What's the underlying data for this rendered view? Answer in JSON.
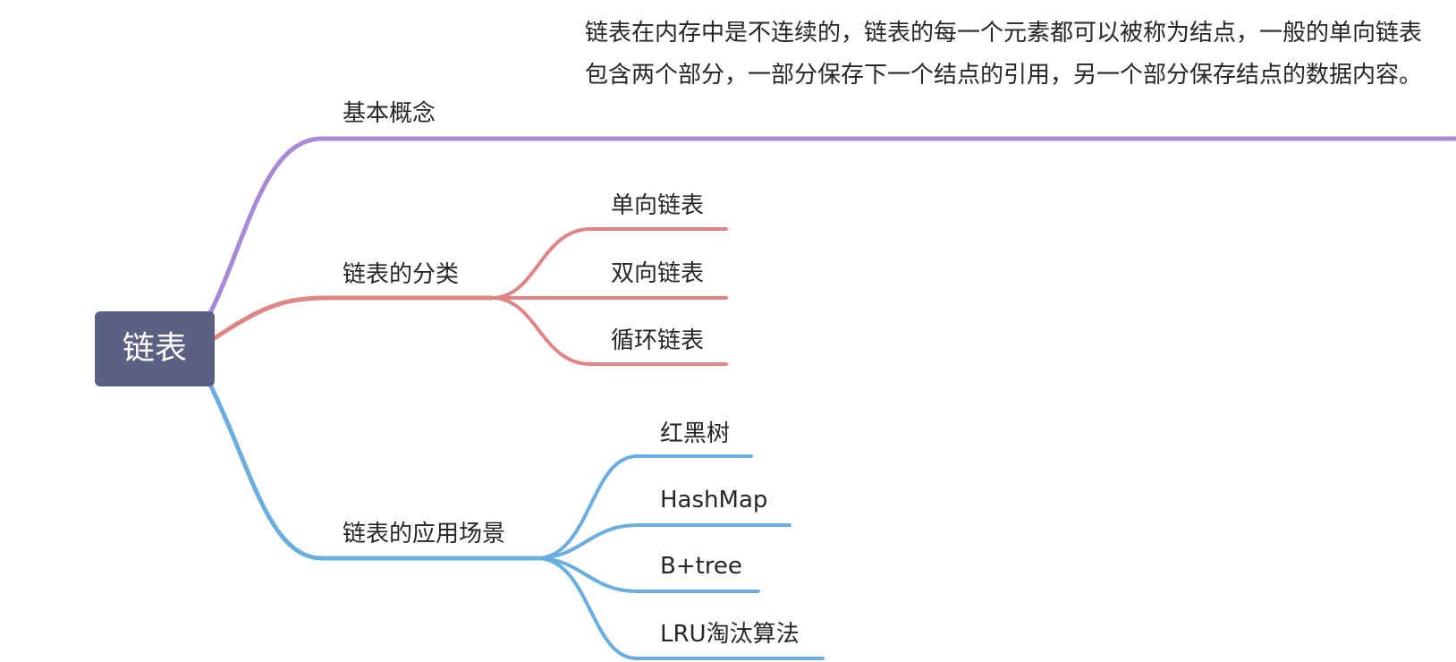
{
  "root": {
    "label": "链表"
  },
  "branches": [
    {
      "label": "基本概念",
      "color": "#a889d8",
      "children": [
        {
          "label": "链表在内存中是不连续的，链表的每一个元素都可以被称为结点，一般的单向链表包含两个部分，一部分保存下一个结点的引用，另一个部分保存结点的数据内容。"
        }
      ]
    },
    {
      "label": "链表的分类",
      "color": "#e08585",
      "children": [
        {
          "label": "单向链表"
        },
        {
          "label": "双向链表"
        },
        {
          "label": "循环链表"
        }
      ]
    },
    {
      "label": "链表的应用场景",
      "color": "#6aaee0",
      "children": [
        {
          "label": "红黑树"
        },
        {
          "label": "HashMap"
        },
        {
          "label": "B+tree"
        },
        {
          "label": "LRU淘汰算法"
        }
      ]
    }
  ]
}
